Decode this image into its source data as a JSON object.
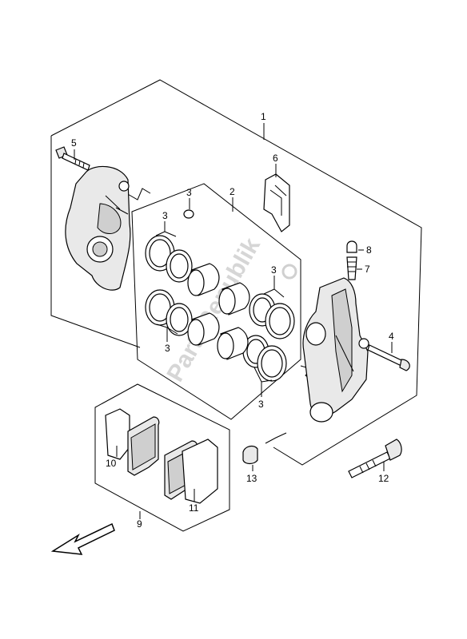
{
  "callouts": {
    "c1": "1",
    "c2": "2",
    "c3a": "3",
    "c3b": "3",
    "c3c": "3",
    "c3d": "3",
    "c3e": "3",
    "c4": "4",
    "c5": "5",
    "c6": "6",
    "c7": "7",
    "c8": "8",
    "c9": "9",
    "c10": "10",
    "c11": "11",
    "c12": "12",
    "c13": "13"
  },
  "watermark": "PartsRepublik"
}
